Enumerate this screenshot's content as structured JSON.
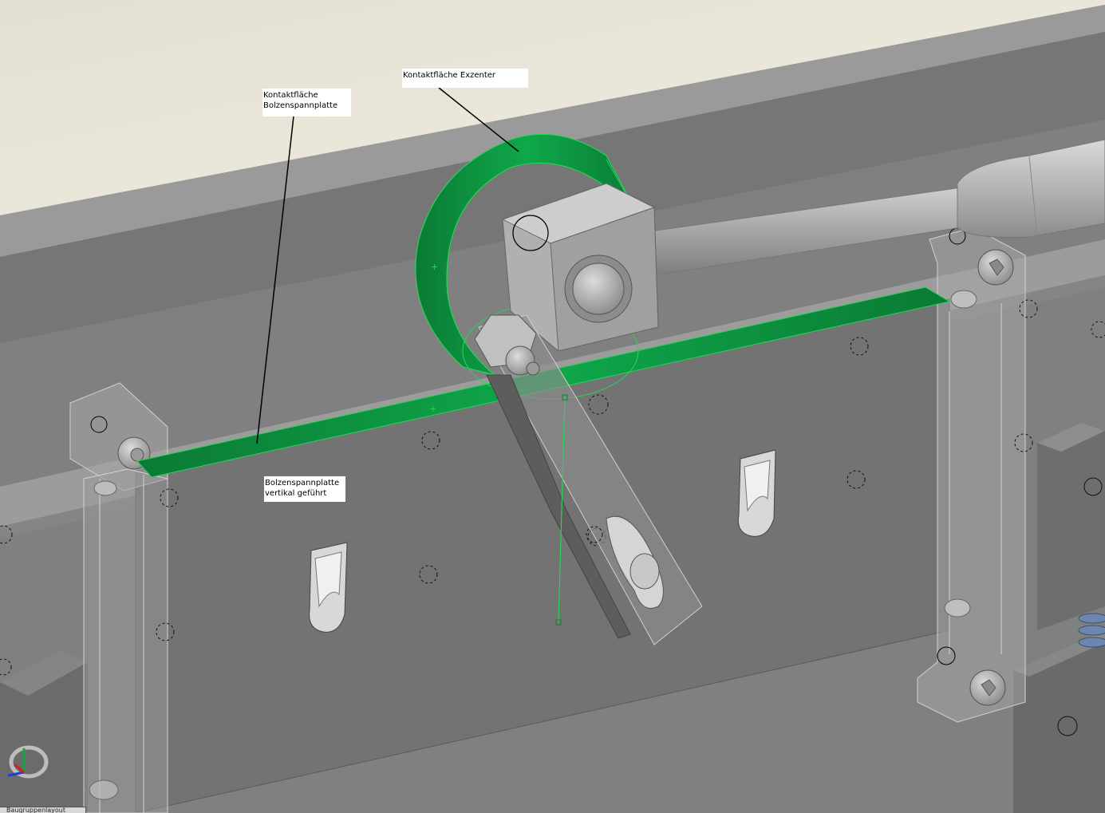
{
  "annotations": {
    "exzenter_contact": "Kontaktfläche Exzenter",
    "bolzen_contact": "Kontaktfläche\nBolzenspannplatte",
    "bolzen_guided": "Bolzenspannplatte\nvertikal geführt"
  },
  "status_tab": {
    "label": "Baugruppenlayout"
  },
  "colors": {
    "selection_green": "#0a8a3c",
    "selection_outline": "#22cc44",
    "steel_dark": "#6f6f6f",
    "steel_light": "#b8b8b8",
    "table_top": "#e8e5d8"
  },
  "icons": {
    "view_triad": "coordinate-triad-icon"
  }
}
